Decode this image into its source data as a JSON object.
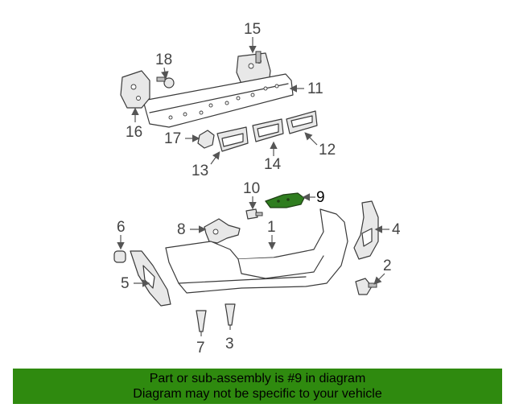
{
  "diagram": {
    "callouts": [
      "1",
      "2",
      "3",
      "4",
      "5",
      "6",
      "7",
      "8",
      "9",
      "10",
      "11",
      "12",
      "13",
      "14",
      "15",
      "16",
      "17",
      "18"
    ],
    "highlighted_callout": "9",
    "highlight_color": "#2f7d1f"
  },
  "banner": {
    "line1": "Part or sub-assembly is #9 in diagram",
    "line2": "Diagram may not be specific to your vehicle",
    "background_color": "#2f8a0f"
  }
}
